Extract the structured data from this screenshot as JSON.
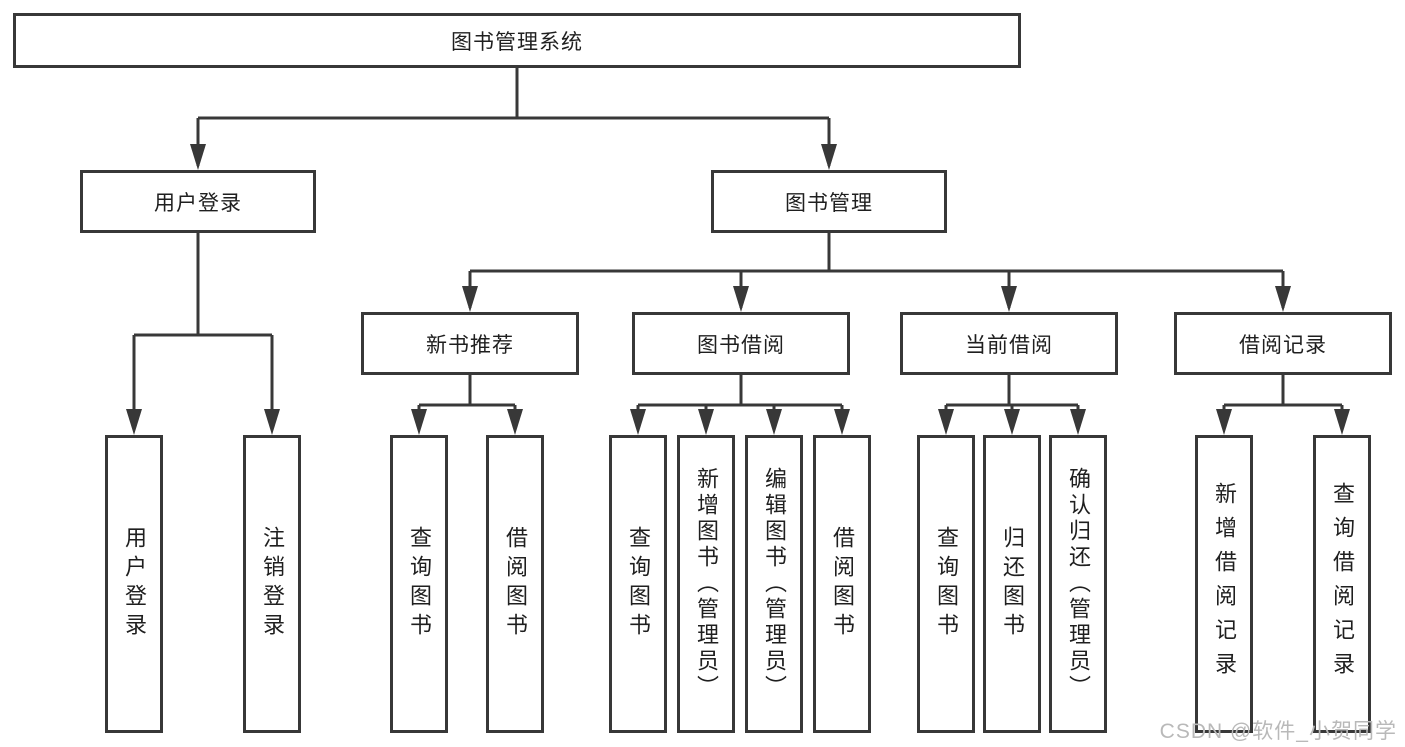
{
  "diagram": {
    "type": "hierarchy-tree",
    "title": "图书管理系统",
    "nodes": {
      "root": {
        "label": "图书管理系统"
      },
      "user_login": {
        "label": "用户登录"
      },
      "book_mgmt": {
        "label": "图书管理"
      },
      "new_book_rec": {
        "label": "新书推荐"
      },
      "book_borrow": {
        "label": "图书借阅"
      },
      "current_borrow": {
        "label": "当前借阅"
      },
      "borrow_records": {
        "label": "借阅记录"
      },
      "leaf_user_login": {
        "label": "用户登录"
      },
      "leaf_logout": {
        "label": "注销登录"
      },
      "leaf_query_book_rec": {
        "label": "查询图书"
      },
      "leaf_borrow_book_rec": {
        "label": "借阅图书"
      },
      "leaf_query_book_borrow": {
        "label": "查询图书"
      },
      "leaf_add_book_admin": {
        "label": "新增图书（管理员）"
      },
      "leaf_edit_book_admin": {
        "label": "编辑图书（管理员）"
      },
      "leaf_borrow_book_borrow": {
        "label": "借阅图书"
      },
      "leaf_query_book_current": {
        "label": "查询图书"
      },
      "leaf_return_book": {
        "label": "归还图书"
      },
      "leaf_confirm_return_admin": {
        "label": "确认归还（管理员）"
      },
      "leaf_add_borrow_record": {
        "label": "新增借阅记录"
      },
      "leaf_query_borrow_record": {
        "label": "查询借阅记录"
      }
    },
    "edges": [
      "图书管理系统 -> 用户登录",
      "图书管理系统 -> 图书管理",
      "用户登录 -> 用户登录(叶)",
      "用户登录 -> 注销登录",
      "图书管理 -> 新书推荐",
      "图书管理 -> 图书借阅",
      "图书管理 -> 当前借阅",
      "图书管理 -> 借阅记录",
      "新书推荐 -> 查询图书",
      "新书推荐 -> 借阅图书",
      "图书借阅 -> 查询图书",
      "图书借阅 -> 新增图书（管理员）",
      "图书借阅 -> 编辑图书（管理员）",
      "图书借阅 -> 借阅图书",
      "当前借阅 -> 查询图书",
      "当前借阅 -> 归还图书",
      "当前借阅 -> 确认归还（管理员）",
      "借阅记录 -> 新增借阅记录",
      "借阅记录 -> 查询借阅记录"
    ],
    "colors": {
      "line": "#383838",
      "box_border": "#383838",
      "box_fill": "#ffffff",
      "text": "#1f1f1f",
      "watermark": "#b9b9b9",
      "background": "#ffffff"
    }
  },
  "watermark": "CSDN @软件_小贺同学"
}
